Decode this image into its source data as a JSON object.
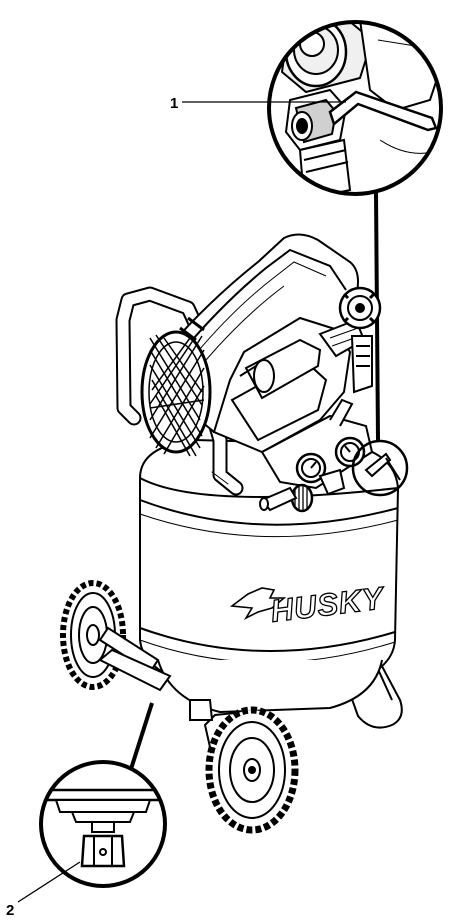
{
  "callouts": [
    {
      "number": "1",
      "target": "safety-valve-ring"
    },
    {
      "number": "2",
      "target": "tank-drain-valve"
    }
  ],
  "brand_label": "HUSKY",
  "colors": {
    "line": "#000000",
    "fill": "#ffffff",
    "light_gray": "#f0f0f0",
    "mid_gray": "#d0d0d0"
  }
}
